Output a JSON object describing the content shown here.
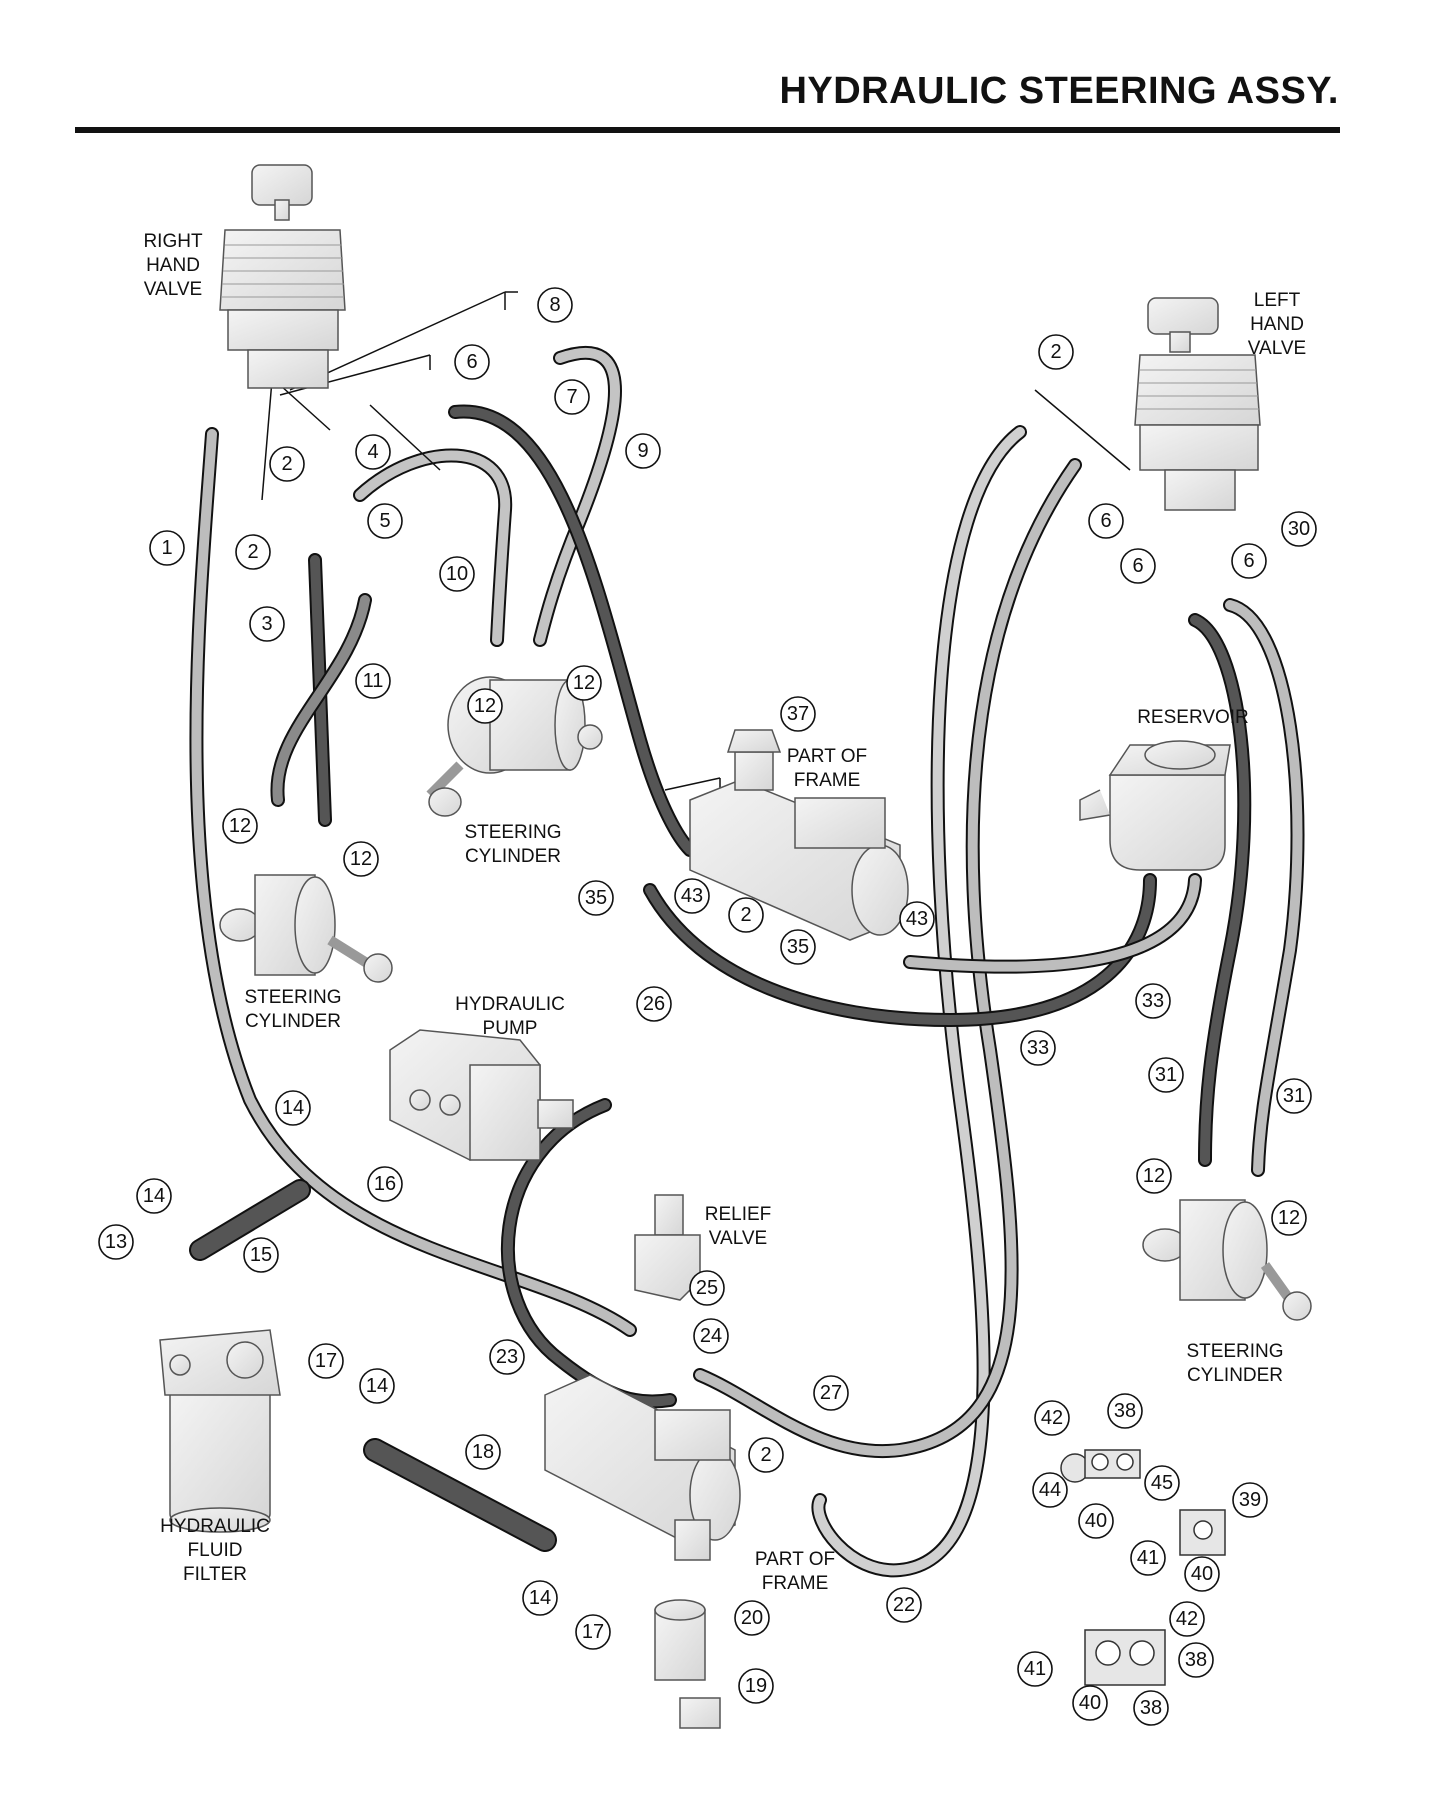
{
  "title": "HYDRAULIC STEERING ASSY.",
  "labels": {
    "right_valve": [
      "RIGHT",
      "HAND",
      "VALVE"
    ],
    "left_valve": [
      "LEFT",
      "HAND",
      "VALVE"
    ],
    "reservoir": [
      "RESERVOIR"
    ],
    "frame_top": [
      "PART OF",
      "FRAME"
    ],
    "frame_bottom": [
      "PART OF",
      "FRAME"
    ],
    "cyl_center": [
      "STEERING",
      "CYLINDER"
    ],
    "cyl_left": [
      "STEERING",
      "CYLINDER"
    ],
    "cyl_right": [
      "STEERING",
      "CYLINDER"
    ],
    "pump": [
      "HYDRAULIC",
      "PUMP"
    ],
    "relief": [
      "RELIEF",
      "VALVE"
    ],
    "filter": [
      "HYDRAULIC",
      "FLUID",
      "FILTER"
    ]
  },
  "callouts": [
    "1",
    "2",
    "2",
    "3",
    "4",
    "5",
    "6",
    "7",
    "8",
    "9",
    "10",
    "11",
    "12",
    "12",
    "12",
    "12",
    "2",
    "6",
    "6",
    "6",
    "30",
    "37",
    "43",
    "43",
    "35",
    "35",
    "2",
    "33",
    "33",
    "31",
    "31",
    "12",
    "12",
    "26",
    "14",
    "16",
    "14",
    "15",
    "13",
    "17",
    "14",
    "18",
    "14",
    "17",
    "20",
    "19",
    "25",
    "24",
    "23",
    "27",
    "2",
    "22",
    "38",
    "42",
    "45",
    "44",
    "40",
    "39",
    "41",
    "40",
    "42",
    "38",
    "41",
    "40",
    "38"
  ],
  "colors": {
    "ink": "#111111",
    "hose_light": "#b9b9b9",
    "hose_dark": "#555555",
    "part": "#e6e6e6"
  }
}
